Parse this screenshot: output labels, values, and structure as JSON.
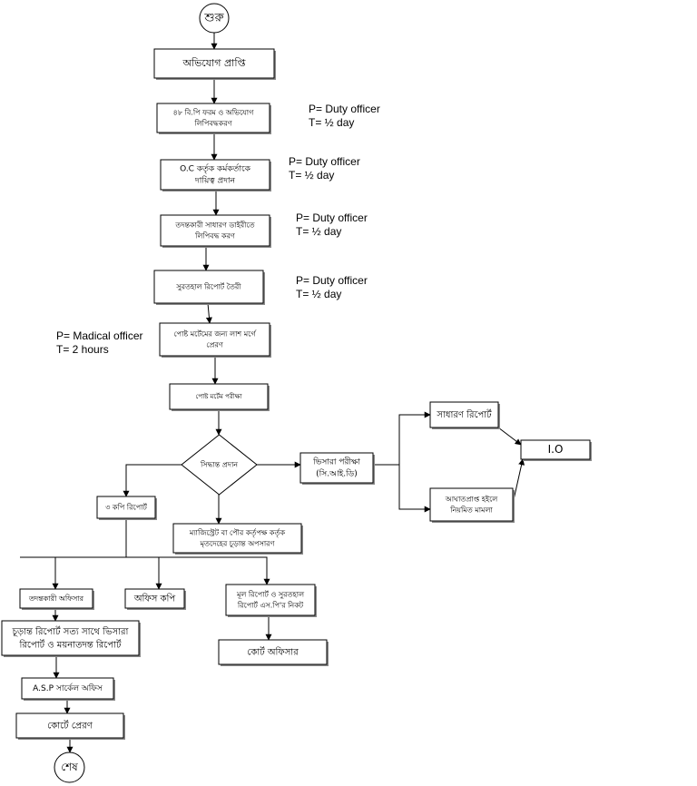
{
  "diagram": {
    "type": "flowchart",
    "nodes": {
      "start": {
        "shape": "circle",
        "label": [
          "শুরু"
        ]
      },
      "complaint_received": {
        "shape": "rect",
        "label": [
          "অভিযোগ প্রাপ্তি"
        ]
      },
      "bp_form": {
        "shape": "rect",
        "label": [
          "৪৮ বি.পি ফরম ও অভিযোগ",
          "লিপিবদ্ধকরণ"
        ]
      },
      "oc_assign": {
        "shape": "rect",
        "label": [
          "O.C কর্তৃক কর্মকর্তাকে",
          "দায়িত্ব প্রদান"
        ]
      },
      "gd_entry": {
        "shape": "rect",
        "label": [
          "তদন্তকারী সাধারণ ডাইরীতে",
          "লিপিবদ্ধ করণ"
        ]
      },
      "inquest_report": {
        "shape": "rect",
        "label": [
          "সুরতহাল রিপোর্ট তৈরী"
        ]
      },
      "send_morgue": {
        "shape": "rect",
        "label": [
          "পোষ্ট মর্টেমের জন্য লাশ মর্গে",
          "প্রেরণ"
        ]
      },
      "postmortem": {
        "shape": "rect",
        "label": [
          "পোষ্ট মর্টেম পরীক্ষা"
        ]
      },
      "decision": {
        "shape": "diamond",
        "label": [
          "সিদ্ধান্ত প্রদান"
        ]
      },
      "viscera": {
        "shape": "rect",
        "label": [
          "ভিসারা পরীক্ষা",
          "(সি.আই.ডি)"
        ]
      },
      "general_report": {
        "shape": "rect",
        "label": [
          "সাধারণ রিপোর্ট"
        ]
      },
      "regular_case": {
        "shape": "rect",
        "label": [
          "আঘাতপ্রাপ্ত হইলে",
          "নিয়মিত মামলা"
        ]
      },
      "io": {
        "shape": "rect",
        "label": [
          "I.O"
        ]
      },
      "three_copy": {
        "shape": "rect",
        "label": [
          "৩ কপি রিপোর্ট"
        ]
      },
      "magistrate": {
        "shape": "rect",
        "label": [
          "ম্যাজিস্ট্রেট বা পৌর কর্তৃপক্ষ কর্তৃক",
          "মৃতদেহের চূড়ান্ত অপসারণ"
        ]
      },
      "investigating_officer": {
        "shape": "rect",
        "label": [
          "তদন্তকারী অফিসার"
        ]
      },
      "office_copy": {
        "shape": "rect",
        "label": [
          "অফিস কপি"
        ]
      },
      "original_report_sp": {
        "shape": "rect",
        "label": [
          "মূল রিপোর্ট ও সুরতহাল",
          "রিপোর্ট এস.পি'র নিকট"
        ]
      },
      "final_report": {
        "shape": "rect",
        "label": [
          "চূড়ান্ত রিপোর্ট সত্য সাথে ভিসারা",
          "রিপোর্ট ও ময়নাতদন্ত রিপোর্ট"
        ]
      },
      "court_officer": {
        "shape": "rect",
        "label": [
          "কোর্ট অফিসার"
        ]
      },
      "asp_office": {
        "shape": "rect",
        "label": [
          "A.S.P সার্কেল অফিস"
        ]
      },
      "send_court": {
        "shape": "rect",
        "label": [
          "কোর্টে প্রেরণ"
        ]
      },
      "end": {
        "shape": "circle",
        "label": [
          "শেষ"
        ]
      }
    },
    "annotations": {
      "bp_form": [
        "P= Duty officer",
        "T= ½ day"
      ],
      "oc_assign": [
        "P= Duty officer",
        "T= ½ day"
      ],
      "gd_entry": [
        "P= Duty officer",
        "T= ½ day"
      ],
      "inquest_report": [
        "P= Duty officer",
        "T= ½ day"
      ],
      "send_morgue": [
        "P= Madical officer",
        "T= 2 hours"
      ]
    },
    "edges": [
      [
        "start",
        "complaint_received"
      ],
      [
        "complaint_received",
        "bp_form"
      ],
      [
        "bp_form",
        "oc_assign"
      ],
      [
        "oc_assign",
        "gd_entry"
      ],
      [
        "gd_entry",
        "inquest_report"
      ],
      [
        "inquest_report",
        "send_morgue"
      ],
      [
        "send_morgue",
        "postmortem"
      ],
      [
        "postmortem",
        "decision"
      ],
      [
        "decision",
        "viscera"
      ],
      [
        "decision",
        "three_copy"
      ],
      [
        "decision",
        "magistrate"
      ],
      [
        "viscera",
        "general_report"
      ],
      [
        "viscera",
        "regular_case"
      ],
      [
        "general_report",
        "io"
      ],
      [
        "regular_case",
        "io"
      ],
      [
        "three_copy",
        "investigating_officer"
      ],
      [
        "three_copy",
        "office_copy"
      ],
      [
        "three_copy",
        "original_report_sp"
      ],
      [
        "investigating_officer",
        "final_report"
      ],
      [
        "final_report",
        "asp_office"
      ],
      [
        "asp_office",
        "send_court"
      ],
      [
        "send_court",
        "end"
      ],
      [
        "original_report_sp",
        "court_officer"
      ]
    ]
  }
}
